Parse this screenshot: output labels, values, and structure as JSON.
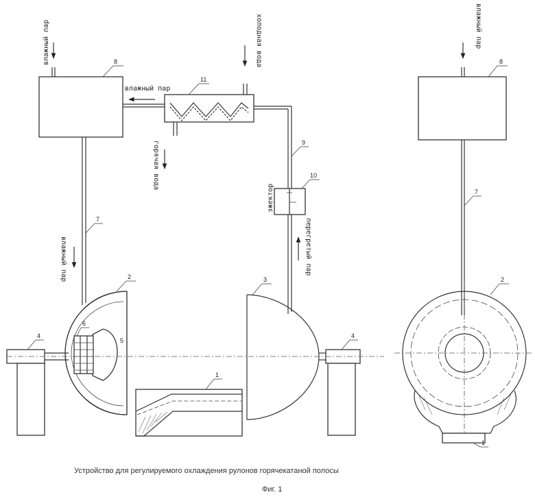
{
  "labels": {
    "wet_steam": "влажный пар",
    "cold_water": "холодная вода",
    "hot_water": "горячая вода",
    "ejector": "эжектор",
    "superheated_steam": "перегретый пар"
  },
  "numbers": {
    "n1": "1",
    "n2": "2",
    "n3": "3",
    "n4": "4",
    "n5": "5",
    "n6": "6",
    "n7": "7",
    "n8": "8",
    "n9": "9",
    "n10": "10",
    "n11": "11"
  },
  "caption": {
    "title": "Устройство для регулируемого охлаждения рулонов горячекатаной полосы",
    "figure": "Фиг. 1"
  }
}
